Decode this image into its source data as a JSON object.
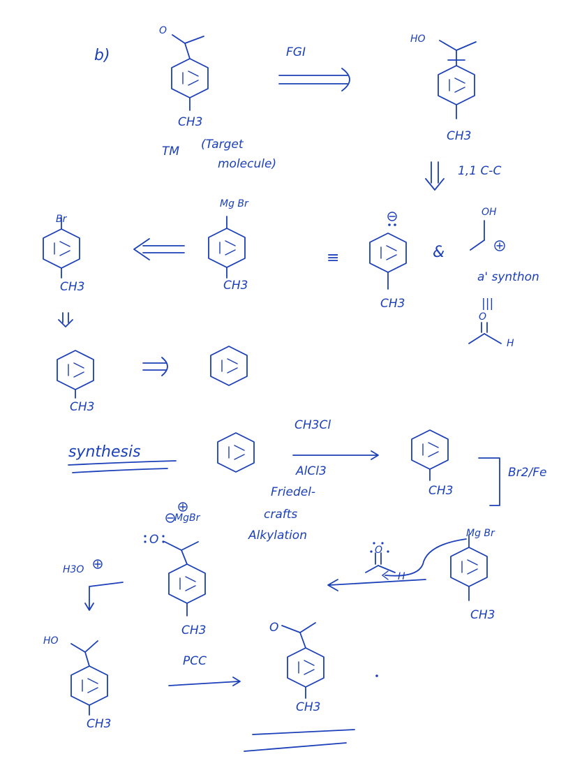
{
  "part_label": "b)",
  "retro": {
    "fgi_label": "FGI",
    "tm_label": "TM",
    "tm_desc_1": "(Target",
    "tm_desc_2": "molecule)",
    "disconnect_label": "1,1 C-C",
    "mgbr": "Mg Br",
    "br": "Br",
    "ch3": "CH3",
    "ho": "HO",
    "oh": "OH",
    "synthon_label": "a' synthon",
    "equiv": "≡",
    "triple_equiv": "|||",
    "and_sign": "&",
    "o": "O",
    "h": "H"
  },
  "synthesis": {
    "heading": "synthesis",
    "reagent_top": "CH3Cl",
    "reagent_bottom": "AlCl3",
    "name_1": "Friedel-",
    "name_2": "crafts",
    "name_3": "Alkylation",
    "br2_fe": "Br2/Fe",
    "h3o": "H3O",
    "mgbr_salt": "MgBr",
    "pcc": "PCC",
    "h": "H"
  },
  "colors": {
    "ink": "#1a3fb8",
    "paper": "#ffffff"
  }
}
